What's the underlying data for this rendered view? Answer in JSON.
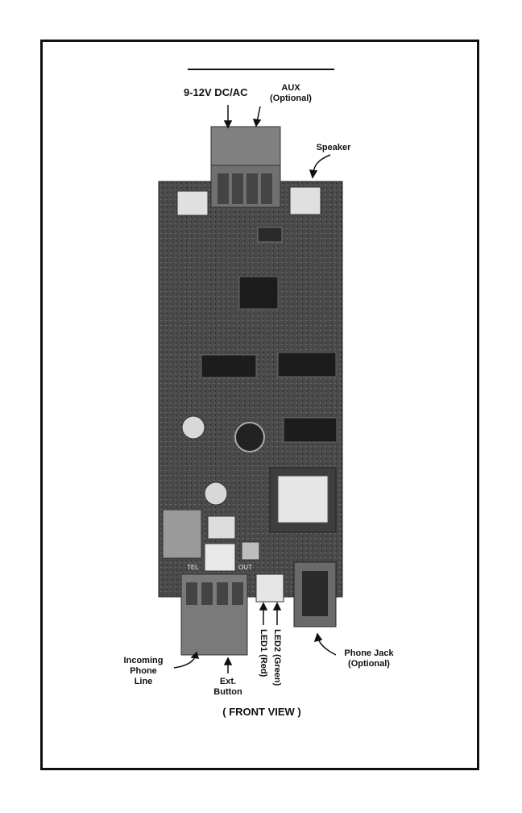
{
  "labels": {
    "power": "9-12V DC/AC",
    "aux_line1": "AUX",
    "aux_line2": "(Optional)",
    "speaker": "Speaker",
    "incoming_line1": "Incoming",
    "incoming_line2": "Phone",
    "incoming_line3": "Line",
    "ext_line1": "Ext.",
    "ext_line2": "Button",
    "led1": "LED1 (Red)",
    "led2": "LED2 (Green)",
    "phone_jack_line1": "Phone Jack",
    "phone_jack_line2": "(Optional)",
    "caption": "( FRONT VIEW )"
  },
  "board_marks": {
    "tel": "TEL",
    "out": "OUT"
  },
  "colors": {
    "border": "#111111",
    "pcb_dark": "#3a3a3a",
    "pcb_mid": "#5e5e5e",
    "connector": "#6f6f6f",
    "white_part": "#e8e8e8"
  }
}
